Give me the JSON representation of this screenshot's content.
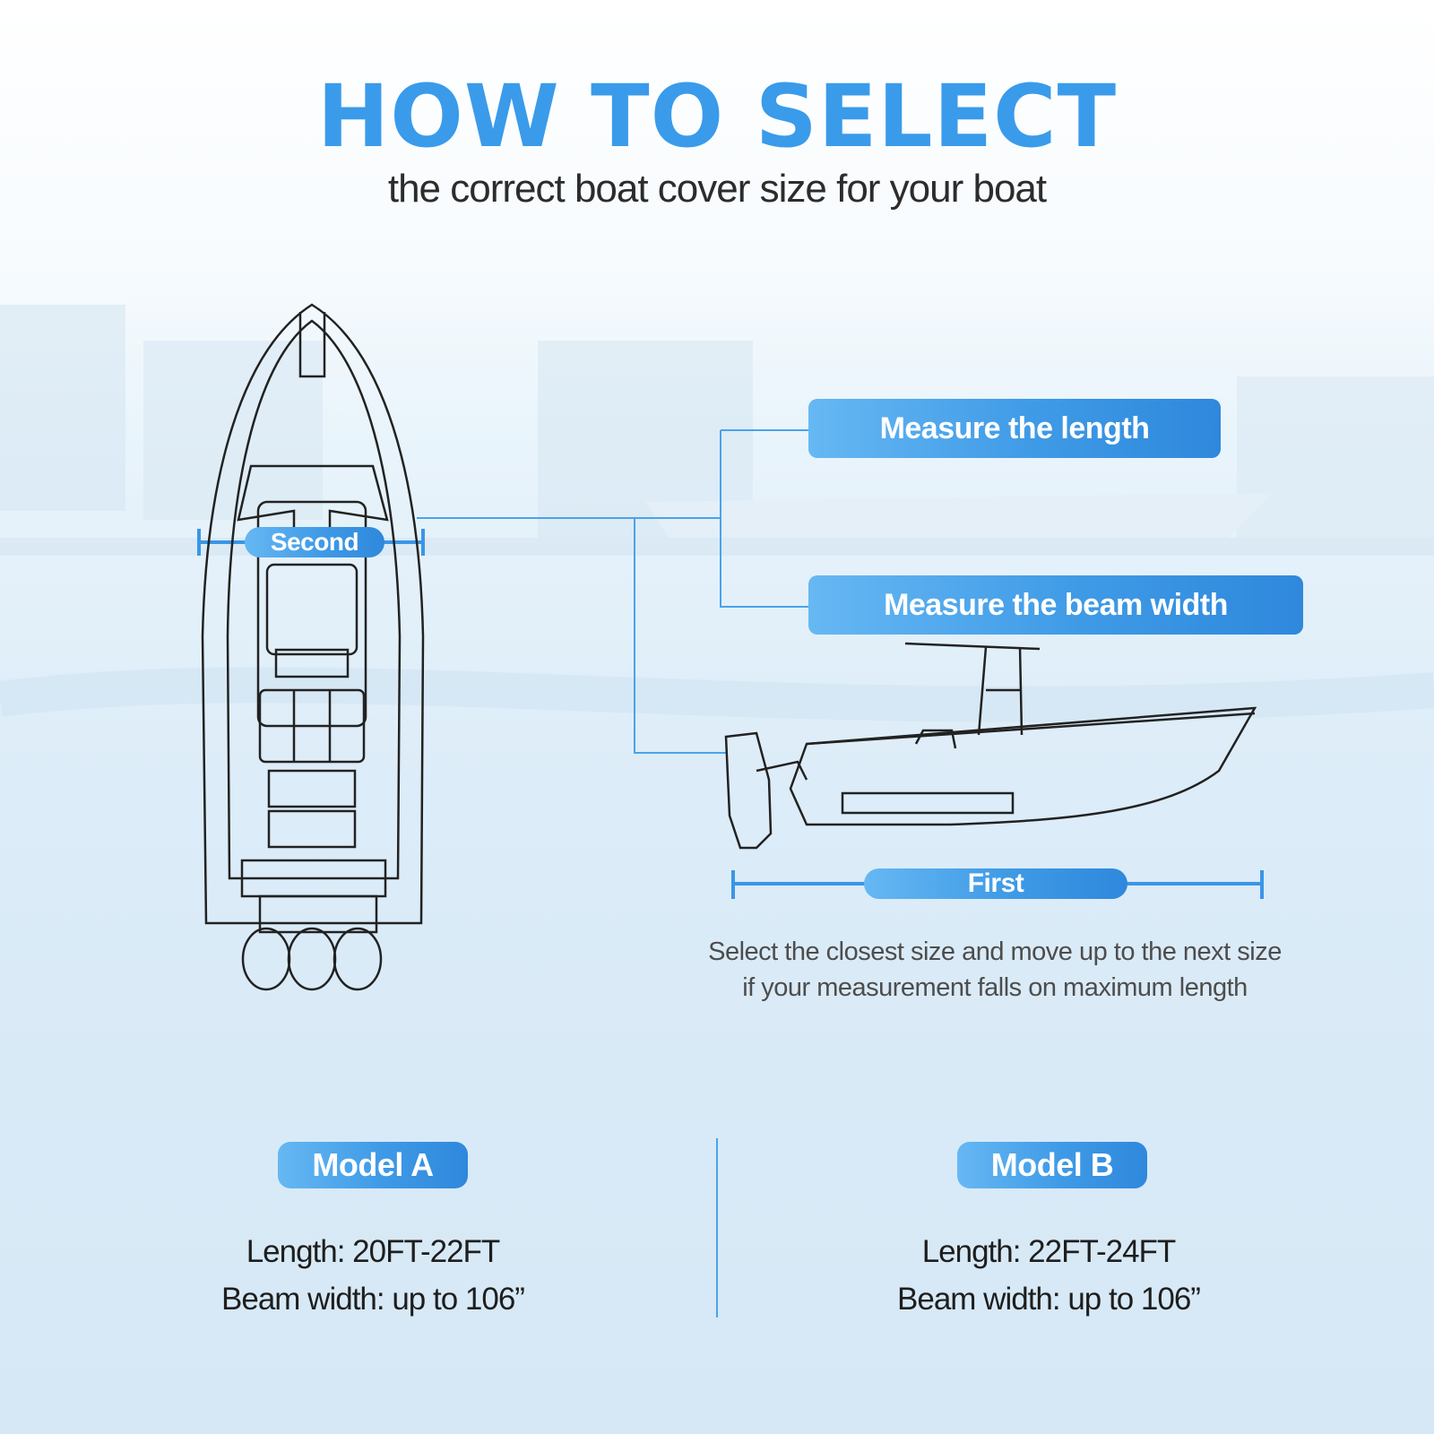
{
  "header": {
    "title": "HOW TO SELECT",
    "subtitle": "the correct boat cover size for your boat"
  },
  "steps": {
    "length_label": "Measure the length",
    "beam_label": "Measure the beam width",
    "first_tag": "First",
    "second_tag": "Second"
  },
  "note": {
    "line1": "Select the closest size and move up to the next size",
    "line2": "if your measurement falls on maximum length"
  },
  "models": [
    {
      "name": "Model A",
      "length": "Length: 20FT-22FT",
      "beam": "Beam width: up to 106”"
    },
    {
      "name": "Model B",
      "length": "Length: 22FT-24FT",
      "beam": "Beam width: up to 106”"
    }
  ],
  "colors": {
    "accent": "#3a9bea",
    "line": "#4aa3ea",
    "text": "#2c2c2c"
  }
}
